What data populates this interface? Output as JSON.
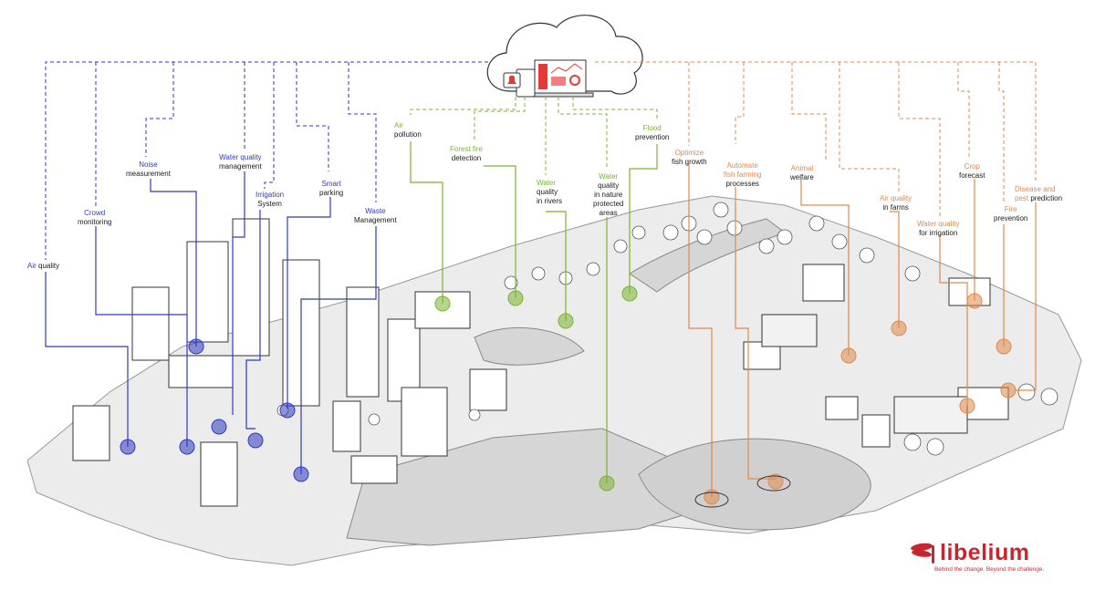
{
  "colors": {
    "blue": "#2e3bbf",
    "green": "#7ab530",
    "orange": "#e08a4a",
    "brand": "#c8262e",
    "land": "#e8e8e8",
    "water": "#cfcfcf"
  },
  "labels": {
    "air_quality": {
      "accent": "Air",
      "text": "quality"
    },
    "crowd": {
      "accent": "Crowd",
      "text": "monitoring"
    },
    "noise": {
      "accent": "Noise",
      "text": "measurement"
    },
    "water_quality_mgmt": {
      "accent": "Water quality",
      "text": "management"
    },
    "irrigation": {
      "accent": "Irrigation",
      "text": "System"
    },
    "smart_parking": {
      "accent": "Smart",
      "text": "parking"
    },
    "waste": {
      "accent": "Waste",
      "text": "Management"
    },
    "air_pollution": {
      "accent": "Air",
      "text": "pollution"
    },
    "forest_fire": {
      "accent": "Forest fire",
      "text": "detection"
    },
    "water_rivers": {
      "accent": "Water",
      "text": "quality\nin rivers"
    },
    "water_nature": {
      "accent": "Water",
      "text": "quality\nin nature\nprotected\nareas"
    },
    "flood": {
      "accent": "Flood",
      "text": "prevention"
    },
    "optimize_fish": {
      "accent": "Optimize",
      "text": "fish growth"
    },
    "automate_fish": {
      "accent": "Automate\nfish farming",
      "text": "processes"
    },
    "animal": {
      "accent": "Animal",
      "text": "welfare"
    },
    "air_farms": {
      "accent": "Air quality",
      "text": "in farms"
    },
    "water_irrigation": {
      "accent": "Water quality",
      "text": "for irrigation"
    },
    "crop": {
      "accent": "Crop",
      "text": "forecast"
    },
    "fire_prevention": {
      "accent": "Fire",
      "text": "prevention"
    },
    "disease": {
      "accent": "Disease and\npest",
      "text": "prediction"
    }
  },
  "brand": {
    "name": "libelium",
    "tagline": "Behind the change. Beyond the challenge."
  }
}
